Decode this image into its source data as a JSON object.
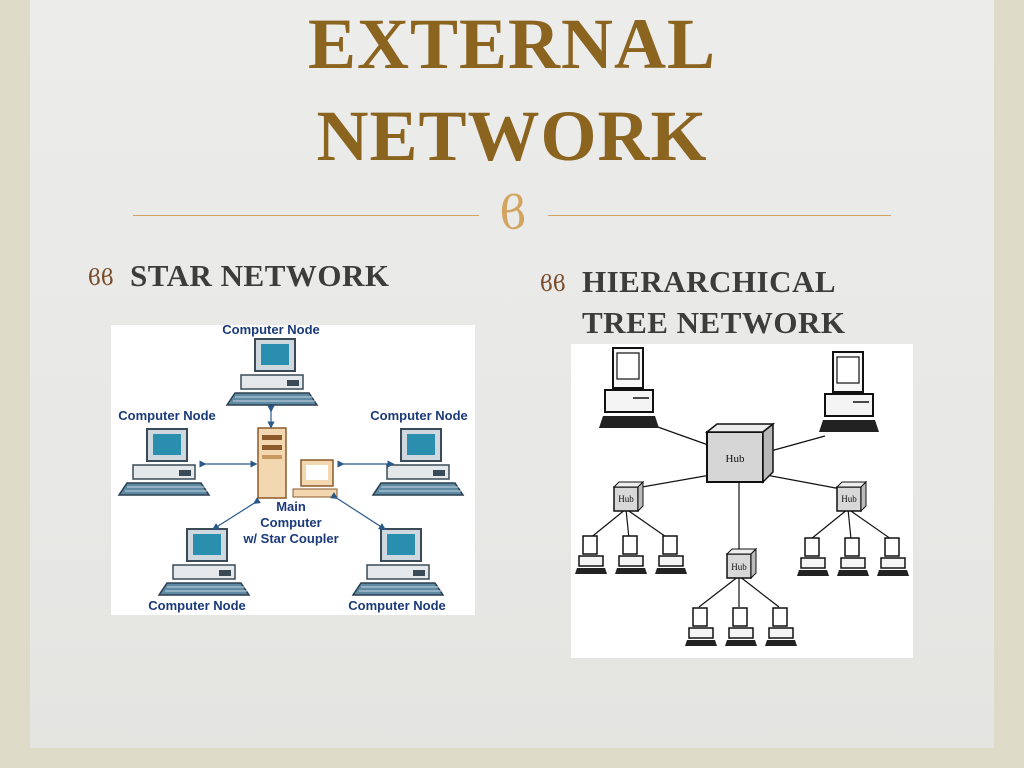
{
  "slide": {
    "title_line1": "EXTERNAL",
    "title_line2": "NETWORK",
    "ornament": "ϐ",
    "colors": {
      "title": "#8b6420",
      "accent": "#d2a460",
      "heading": "#3c3c3c",
      "diagram_label": "#1b3a7a"
    }
  },
  "left": {
    "bullet_icon": "bullet-curl-icon",
    "heading": "STAR NETWORK",
    "diagram": {
      "top_label": "Computer Node",
      "left_label": "Computer Node",
      "right_label": "Computer Node",
      "bottom_left_label": "Computer Node",
      "bottom_right_label": "Computer Node",
      "center_line1": "Main",
      "center_line2": "Computer",
      "center_line3": "w/ Star Coupler"
    }
  },
  "right": {
    "bullet_icon": "bullet-curl-icon",
    "heading_line1": "HIERARCHICAL",
    "heading_line2": "TREE NETWORK",
    "diagram": {
      "hub_label": "Hub"
    }
  }
}
